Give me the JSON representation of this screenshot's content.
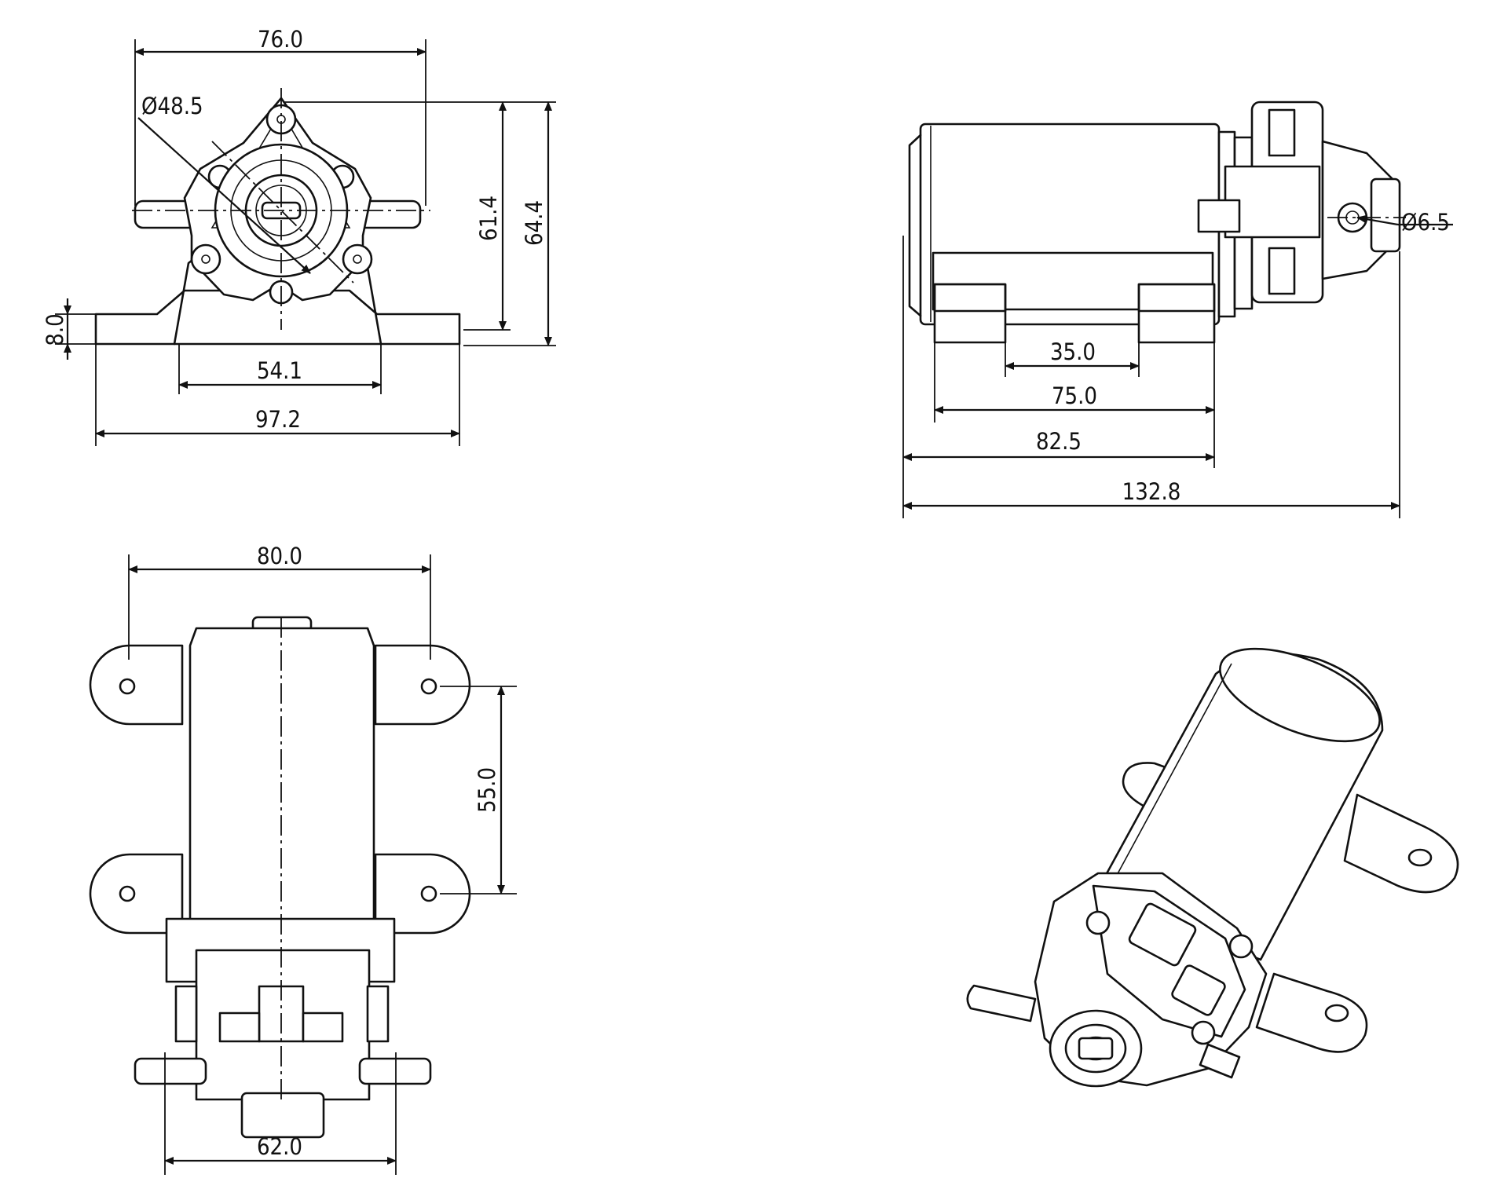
{
  "drawing": {
    "front_view": {
      "width_top": "76.0",
      "port_diameter": "Ø48.5",
      "height_inner": "61.4",
      "height_outer": "64.4",
      "base_thickness": "8.0",
      "mount_spacing": "54.1",
      "base_width": "97.2"
    },
    "side_view": {
      "outlet_diameter": "Ø6.5",
      "foot_gap": "35.0",
      "feet_span": "75.0",
      "body_length": "82.5",
      "overall_length": "132.8"
    },
    "top_view": {
      "mount_width": "80.0",
      "hole_spacing": "55.0",
      "pump_head_width": "62.0"
    }
  }
}
